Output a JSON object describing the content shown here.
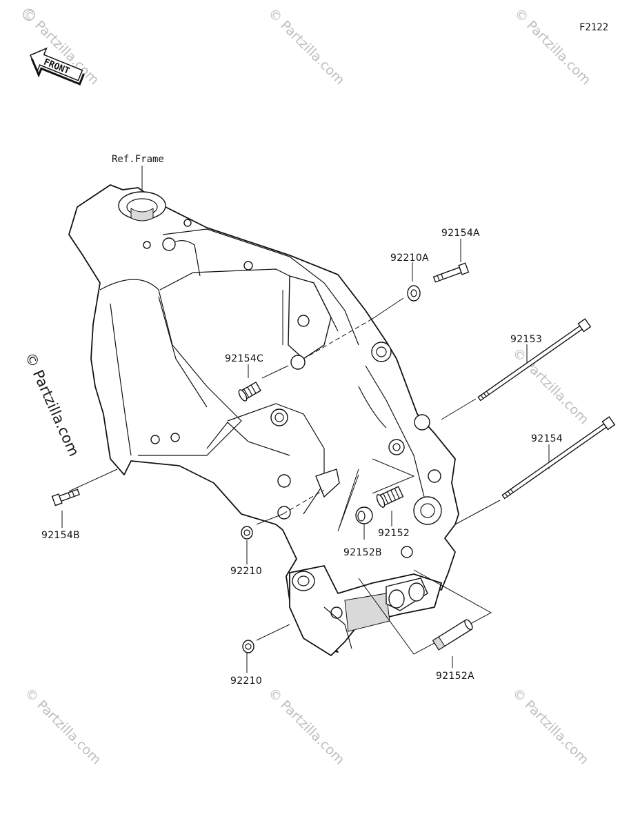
{
  "diagram_code": "F2122",
  "front_arrow_text": "FRONT",
  "ref_label": "Ref.Frame",
  "watermark_text": "© Partzilla.com",
  "parts": {
    "p92154A": "92154A",
    "p92210A": "92210A",
    "p92153": "92153",
    "p92154C": "92154C",
    "p92154": "92154",
    "p92154B": "92154B",
    "p92152": "92152",
    "p92152B": "92152B",
    "p92210_upper": "92210",
    "p92210_lower": "92210",
    "p92152A": "92152A"
  },
  "colors": {
    "ink": "#111111",
    "watermark": "#bdbdbd",
    "shade": "#d9d9d9"
  }
}
